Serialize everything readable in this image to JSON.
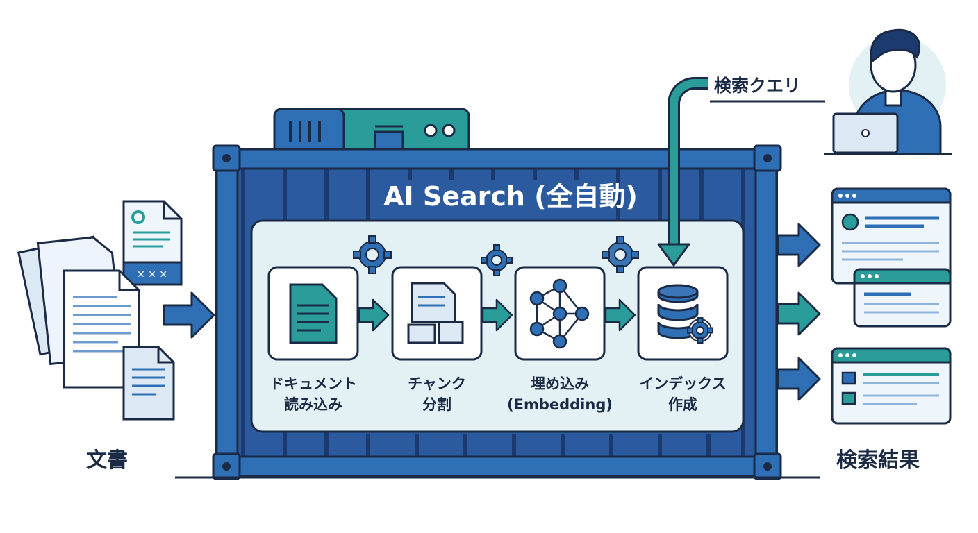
{
  "title": "AI Search (全自動)",
  "input_label": "文書",
  "query_label": "検索クエリ",
  "results_label": "検索結果",
  "steps": [
    {
      "line1": "ドキュメント",
      "line2": "読み込み"
    },
    {
      "line1": "チャンク",
      "line2": "分割"
    },
    {
      "line1": "埋め込み",
      "line2": "(Embedding)"
    },
    {
      "line1": "インデックス",
      "line2": "作成"
    }
  ],
  "colors": {
    "navy": "#1d3a6e",
    "blue": "#2f6fb5",
    "mid_blue": "#3a76b8",
    "teal": "#2a9d9a",
    "light_panel": "#e3f1f5",
    "outline": "#1b2a45"
  }
}
